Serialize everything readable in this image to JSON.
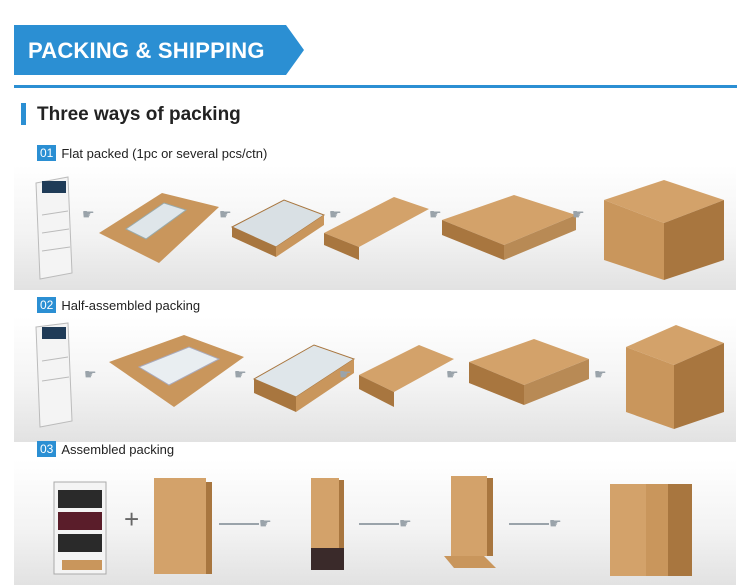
{
  "header": {
    "title": "PACKING & SHIPPING"
  },
  "section": {
    "title": "Three ways of packing"
  },
  "rows": [
    {
      "number": "01",
      "label": "Flat packed (1pc or several pcs/ctn)"
    },
    {
      "number": "02",
      "label": "Half-assembled packing"
    },
    {
      "number": "03",
      "label": "Assembled packing"
    }
  ],
  "colors": {
    "accent": "#2b8fd3",
    "cardboard": "#c9965c",
    "cardboard_dark": "#a8763f",
    "pallet": "#b88a55"
  },
  "icons": [
    "pointing-hand-icon",
    "plus-icon"
  ]
}
